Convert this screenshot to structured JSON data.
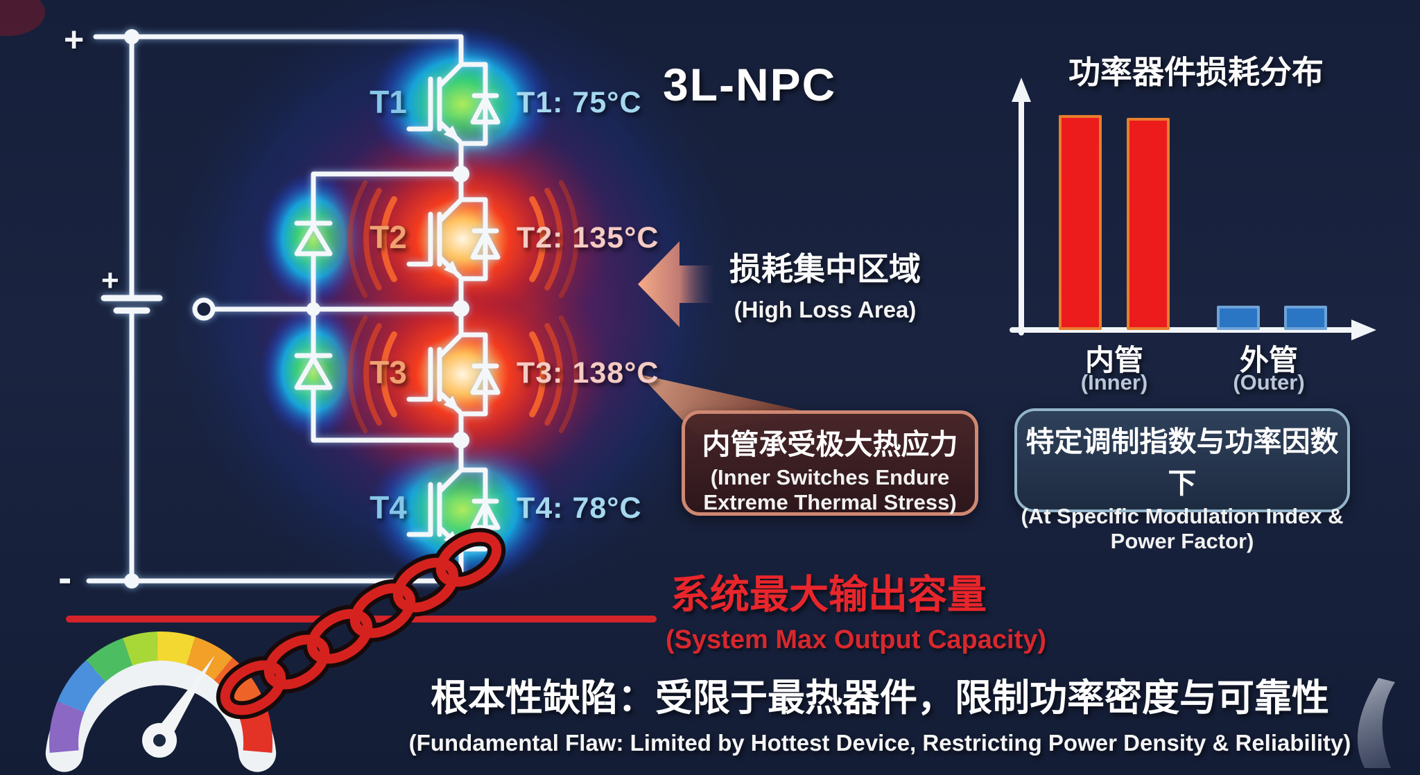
{
  "header": {
    "title": "3L-NPC"
  },
  "circuit": {
    "dc_plus_label": "+",
    "battery_plus_label": "+",
    "dc_minus_label": "-",
    "devices": [
      {
        "label": "T1",
        "temp": "T1: 75°C",
        "state": "cool"
      },
      {
        "label": "T2",
        "temp": "T2: 135°C",
        "state": "hot"
      },
      {
        "label": "T3",
        "temp": "T3: 138°C",
        "state": "hot"
      },
      {
        "label": "T4",
        "temp": "T4: 78°C",
        "state": "cool"
      }
    ]
  },
  "loss_area": {
    "zh": "损耗集中区域",
    "en": "(High Loss Area)"
  },
  "chart": {
    "title": "功率器件损耗分布",
    "groups": [
      {
        "zh": "内管",
        "en": "(Inner)"
      },
      {
        "zh": "外管",
        "en": "(Outer)"
      }
    ]
  },
  "chart_data": {
    "type": "bar",
    "title": "功率器件损耗分布",
    "categories": [
      "内管 (Inner)",
      "外管 (Outer)"
    ],
    "series": [
      {
        "name": "内管 (Inner)",
        "values": [
          88,
          87
        ],
        "fill": "#ec1c1c",
        "border": "#e87e2e"
      },
      {
        "name": "外管 (Outer)",
        "values": [
          10,
          10
        ],
        "fill": "#2b76c4",
        "border": "#6fa3d8"
      }
    ],
    "ylim": [
      0,
      100
    ],
    "xlabel": "",
    "ylabel": "",
    "axis_tick_labels_visible": false,
    "legend": false
  },
  "callout_thermal": {
    "zh": "内管承受极大热应力",
    "en_line1": "(Inner Switches Endure",
    "en_line2": "Extreme Thermal Stress)"
  },
  "callout_condition": {
    "zh": "特定调制指数与功率因数下",
    "en_line1": "(At Specific Modulation Index &",
    "en_line2": "Power Factor)"
  },
  "capacity": {
    "zh": "系统最大输出容量",
    "en": "(System Max Output Capacity)"
  },
  "flaw": {
    "zh": "根本性缺陷：受限于最热器件，限制功率密度与可靠性",
    "en": "(Fundamental Flaw: Limited by Hottest Device, Restricting Power Density & Reliability)"
  },
  "colors": {
    "background": "#18223e",
    "hot_bar": "#ec1c1c",
    "cool_bar": "#2b76c4",
    "alert_red": "#d3242a",
    "cool_text": "#a5d8ee",
    "hot_text": "#f0a070",
    "callout_thermal_border": "#cf8872",
    "callout_condition_border": "#92b4ca"
  }
}
